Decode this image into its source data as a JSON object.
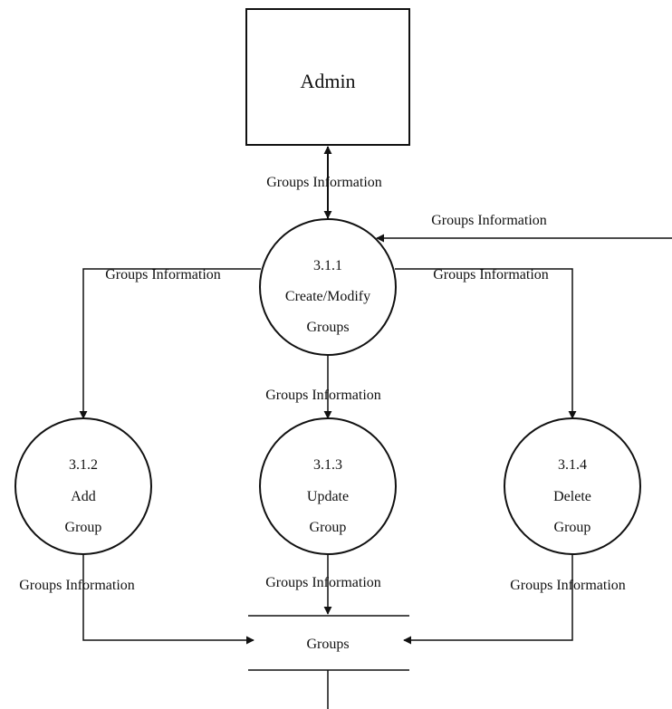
{
  "diagram": {
    "entity": {
      "label": "Admin"
    },
    "processes": [
      {
        "id": "3.1.1",
        "line1": "Create/Modify",
        "line2": "Groups"
      },
      {
        "id": "3.1.2",
        "line1": "Add",
        "line2": "Group"
      },
      {
        "id": "3.1.3",
        "line1": "Update",
        "line2": "Group"
      },
      {
        "id": "3.1.4",
        "line1": "Delete",
        "line2": "Group"
      }
    ],
    "datastore": {
      "label": "Groups"
    },
    "flows": {
      "admin_to_311": "Groups Information",
      "external_to_311": "Groups Information",
      "311_to_312": "Groups Information",
      "311_to_314": "Groups Information",
      "311_to_313": "Groups Information",
      "312_to_store": "Groups Information",
      "313_to_store": "Groups Information",
      "314_to_store": "Groups Information"
    }
  }
}
